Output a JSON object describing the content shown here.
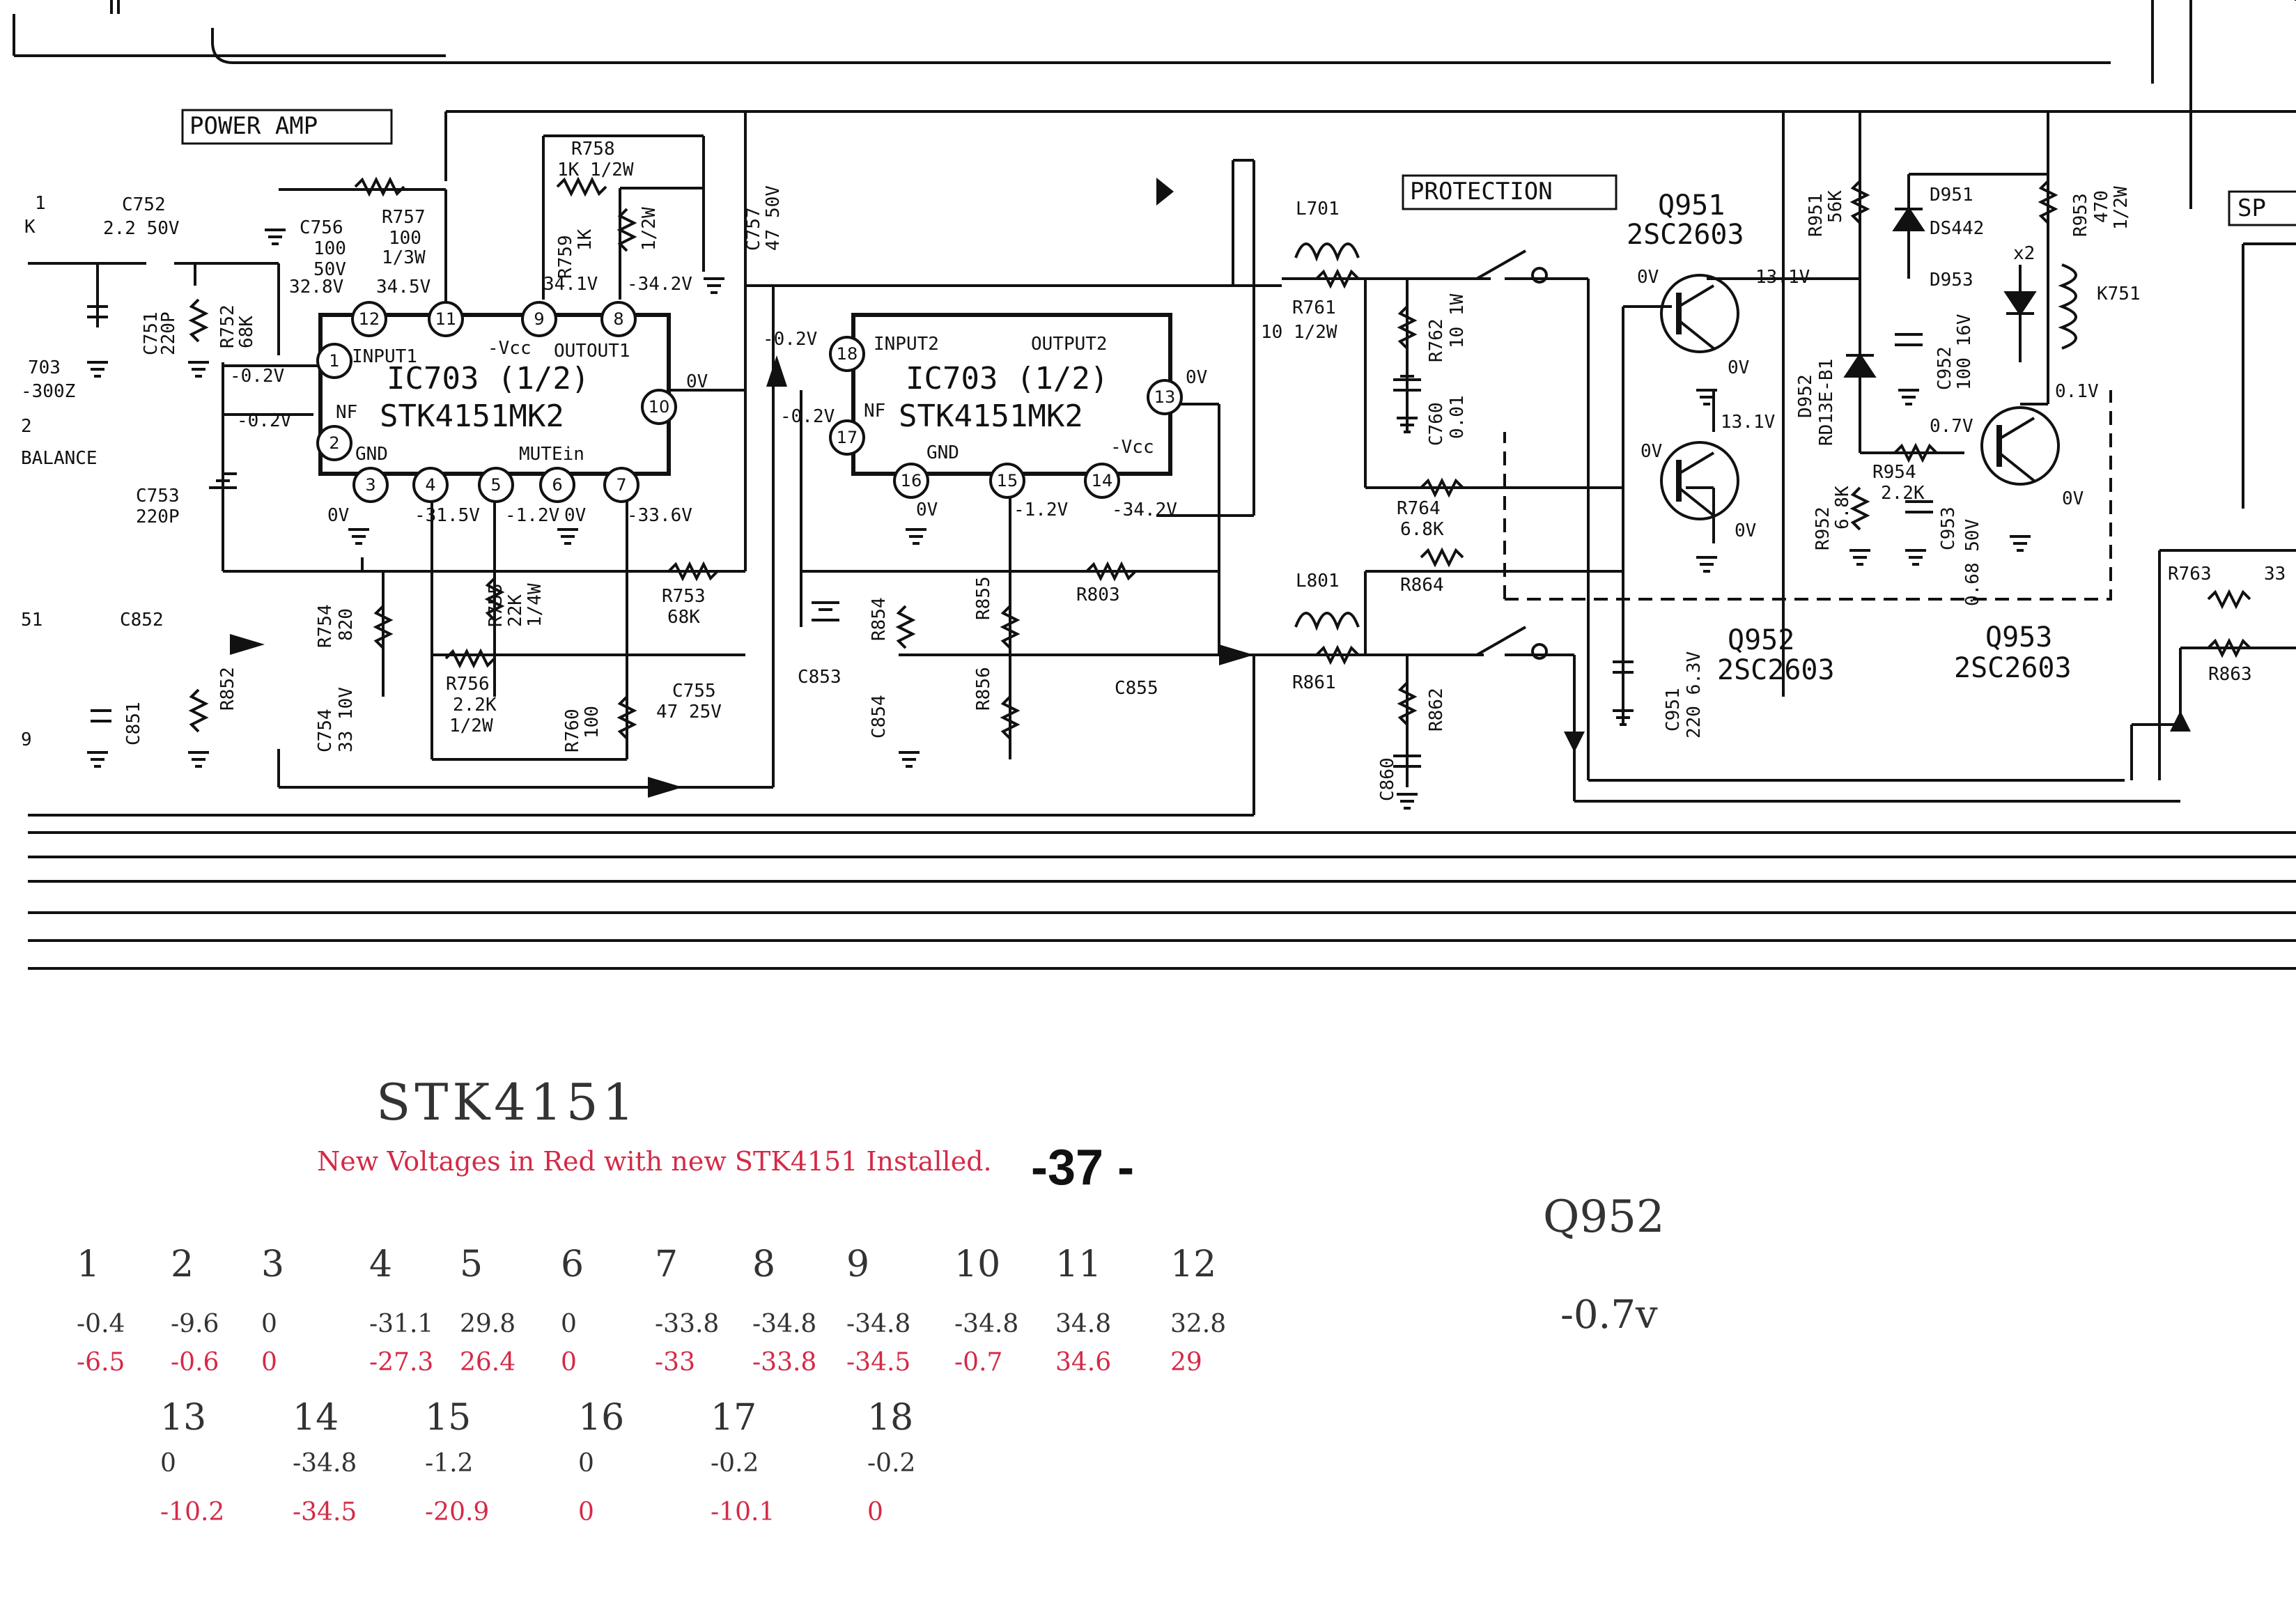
{
  "schematic": {
    "section_power_amp": "POWER AMP",
    "section_protection": "PROTECTION",
    "section_sp": "SP",
    "ic1_name": "IC703 (1/2)",
    "ic1_part": "STK4151MK2",
    "ic2_name": "IC703 (1/2)",
    "ic2_part": "STK4151MK2",
    "ic1_pins": {
      "input1": "INPUT1",
      "nf": "NF",
      "gnd": "GND",
      "mutein": "MUTEin",
      "vcc": "-Vcc",
      "output1": "OUTOUT1"
    },
    "ic2_pins": {
      "input2": "INPUT2",
      "output2": "OUTPUT2",
      "nf": "NF",
      "gnd": "GND",
      "vcc": "-Vcc"
    },
    "pin_numbers_ic1": [
      "1",
      "2",
      "3",
      "4",
      "5",
      "6",
      "7",
      "8",
      "9",
      "10",
      "11",
      "12"
    ],
    "pin_numbers_ic2": [
      "13",
      "14",
      "15",
      "16",
      "17",
      "18"
    ],
    "voltages": {
      "p1": "-0.2V",
      "p2": "-0.2V",
      "p3": "0V",
      "p4": "-31.5V",
      "p5": "-1.2V",
      "p6": "0V",
      "p7": "-33.6V",
      "p9": "34.1V",
      "p8": "-34.2V",
      "p10": "0V",
      "p12": "32.8V",
      "p11": "34.5V",
      "p18": "-0.2V",
      "p17": "-0.2V",
      "p16": "0V",
      "p15": "-1.2V",
      "p14": "-34.2V",
      "p13": "0V",
      "q951_b": "0V",
      "q951_c": "13.1V",
      "q951_e": "0V",
      "q952_c": "13.1V",
      "q952_b": "0V",
      "q952_e": "0V",
      "q953_b": "0.7V",
      "q953_c": "0.1V",
      "q953_e": "0V"
    },
    "components": {
      "c752": "C752",
      "c752_val": "2.2  50V",
      "c751": "C751",
      "c751_val": "220P",
      "r752": "R752",
      "r752_val": "68K",
      "c756": "C756",
      "c756_val1": "100",
      "c756_val2": "50V",
      "r757": "R757",
      "r757_val1": "100",
      "r757_val2": "1/3W",
      "r758": "R758",
      "r758_val": "1K  1/2W",
      "r759": "R759",
      "r759_val": "1K",
      "r759_w": "1/2W",
      "c757": "C757",
      "c757_val": "47 50V",
      "c753": "C753",
      "c753_val": "220P",
      "r754": "R754",
      "r754_val": "820",
      "c754": "C754",
      "c754_val": "33 10V",
      "r755": "R755",
      "r755_val1": "22K",
      "r755_val2": "1/4W",
      "r756": "R756",
      "r756_val1": "2.2K",
      "r756_val2": "1/2W",
      "r760": "R760",
      "r760_val": "100",
      "r753": "R753",
      "r753_val": "68K",
      "c755": "C755",
      "c755_val": "47 25V",
      "c852": "C852",
      "c851": "C851",
      "r852": "R852",
      "c853": "C853",
      "r854": "R854",
      "c854": "C854",
      "r855": "R855",
      "r856": "R856",
      "r803": "R803",
      "c855": "C855",
      "l701": "L701",
      "r761": "R761",
      "r761_val": "10  1/2W",
      "r762": "R762",
      "r762_val": "10  1W",
      "c760": "C760",
      "c760_val": "0.01",
      "r764": "R764",
      "r764_val": "6.8K",
      "l801": "L801",
      "r864": "R864",
      "r861": "R861",
      "r862": "R862",
      "c860": "C860",
      "q951": "Q951",
      "q951_part": "2SC2603",
      "q952": "Q952",
      "q952_part": "2SC2603",
      "q953": "Q953",
      "q953_part": "2SC2603",
      "r951": "R951",
      "r951_val": "56K",
      "d951": "D951",
      "d951_part": "DS442",
      "d953": "D953",
      "x2": "x2",
      "r953": "R953",
      "r953_val1": "470",
      "r953_val2": "1/2W",
      "k751": "K751",
      "d952": "D952",
      "d952_part": "RD13E-B1",
      "c952": "C952",
      "c952_val": "100 16V",
      "r954": "R954",
      "r954_val": "2.2K",
      "r952": "R952",
      "r952_val": "6.8K",
      "c953": "C953",
      "c953_val": "0.68 50V",
      "c951": "C951",
      "c951_val": "220 6.3V",
      "r763": "R763",
      "r763_val": "33",
      "r863": "R863",
      "balance": "BALANCE",
      "left_703": "703",
      "left_300z": "-300Z",
      "left_2": "2",
      "left_1": "1",
      "left_k": "K",
      "left_51": "51",
      "left_9": "9"
    },
    "page_number": "-37 -"
  },
  "notes": {
    "title": "STK4151",
    "red_note": "New Voltages in Red with new STK4151 Installed.",
    "table": [
      {
        "pin": "1",
        "old": "-0.4",
        "new": "-6.5"
      },
      {
        "pin": "2",
        "old": "-9.6",
        "new": "-0.6"
      },
      {
        "pin": "3",
        "old": "0",
        "new": "0"
      },
      {
        "pin": "4",
        "old": "-31.1",
        "new": "-27.3"
      },
      {
        "pin": "5",
        "old": "29.8",
        "new": "26.4"
      },
      {
        "pin": "6",
        "old": "0",
        "new": "0"
      },
      {
        "pin": "7",
        "old": "-33.8",
        "new": "-33"
      },
      {
        "pin": "8",
        "old": "-34.8",
        "new": "-33.8"
      },
      {
        "pin": "9",
        "old": "-34.8",
        "new": "-34.5"
      },
      {
        "pin": "10",
        "old": "-34.8",
        "new": "-0.7"
      },
      {
        "pin": "11",
        "old": "34.8",
        "new": "34.6"
      },
      {
        "pin": "12",
        "old": "32.8",
        "new": "29"
      },
      {
        "pin": "13",
        "old": "0",
        "new": "-10.2"
      },
      {
        "pin": "14",
        "old": "-34.8",
        "new": "-34.5"
      },
      {
        "pin": "15",
        "old": "-1.2",
        "new": "-20.9"
      },
      {
        "pin": "16",
        "old": "0",
        "new": "0"
      },
      {
        "pin": "17",
        "old": "-0.2",
        "new": "-10.1"
      },
      {
        "pin": "18",
        "old": "-0.2",
        "new": "0"
      }
    ],
    "q952_label": "Q952",
    "q952_value": "-0.7v"
  }
}
